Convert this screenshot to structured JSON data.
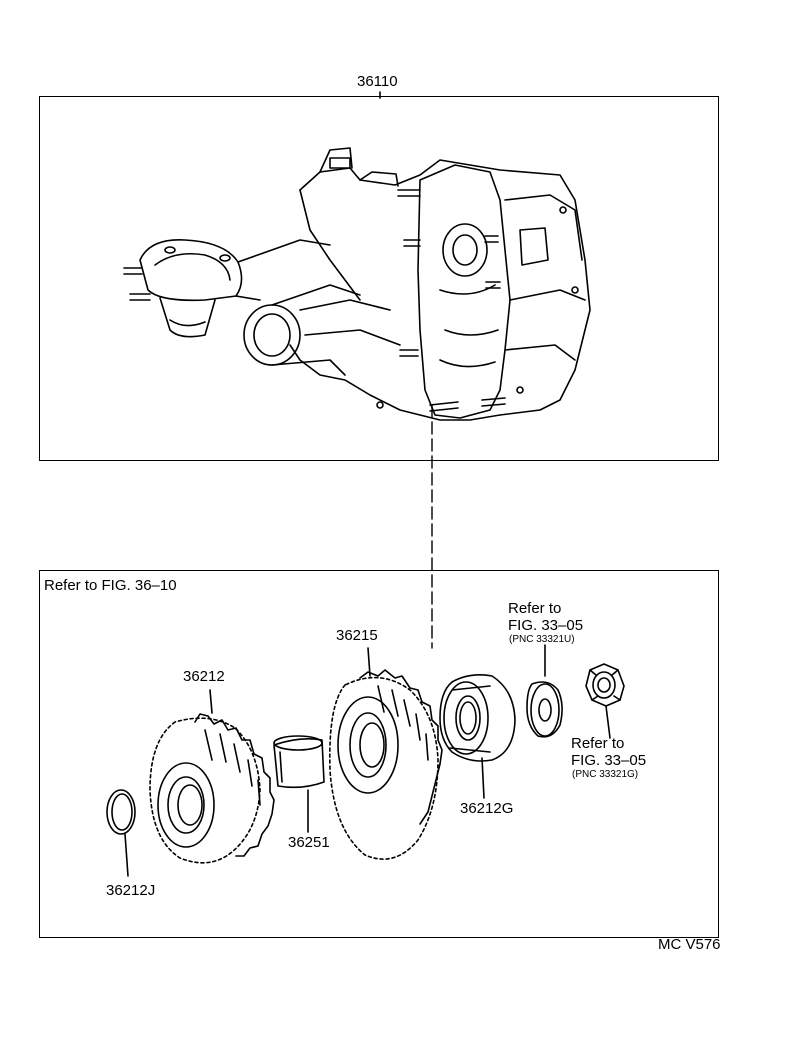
{
  "top_part_number": "36110",
  "bottom_frame": {
    "ref_label": "Refer to FIG. 36–10"
  },
  "parts": {
    "gear_36215": "36215",
    "gear_36212": "36212",
    "ring_36212J": "36212J",
    "sleeve_36251": "36251",
    "bearing_36212G": "36212G"
  },
  "ref_washer": {
    "line1": "Refer to",
    "line2": "FIG. 33–05",
    "pnc": "(PNC 33321U)"
  },
  "ref_nut": {
    "line1": "Refer to",
    "line2": "FIG. 33–05",
    "pnc": "(PNC 33321G)"
  },
  "figure_code": "MC V576"
}
